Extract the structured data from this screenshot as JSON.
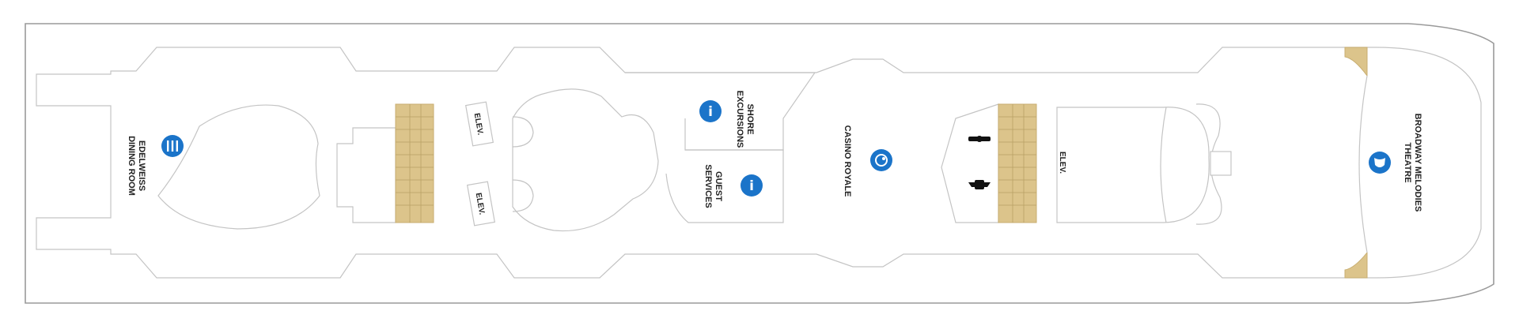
{
  "colors": {
    "icon_blue": "#1b74c9",
    "stairs_tan": "#dcc48b",
    "outline_gray": "#9a9a9a",
    "wall_gray": "#c4c4c4"
  },
  "venues": {
    "dining": {
      "line1": "EDELWEISS",
      "line2": "DINING ROOM",
      "icon": "dining-icon"
    },
    "shore": {
      "line1": "SHORE",
      "line2": "EXCURSIONS",
      "icon": "info-icon"
    },
    "guest": {
      "line1": "GUEST",
      "line2": "SERVICES",
      "icon": "info-icon"
    },
    "casino": {
      "line1": "CASINO ROYALE",
      "icon": "casino-icon"
    },
    "theatre": {
      "line1": "BROADWAY MELODIES",
      "line2": "THEATRE",
      "icon": "theatre-icon"
    }
  },
  "elevators": {
    "aft_upper": "ELEV.",
    "aft_lower": "ELEV.",
    "forward": "ELEV."
  },
  "icons": {
    "restroom": "restroom-icon"
  }
}
